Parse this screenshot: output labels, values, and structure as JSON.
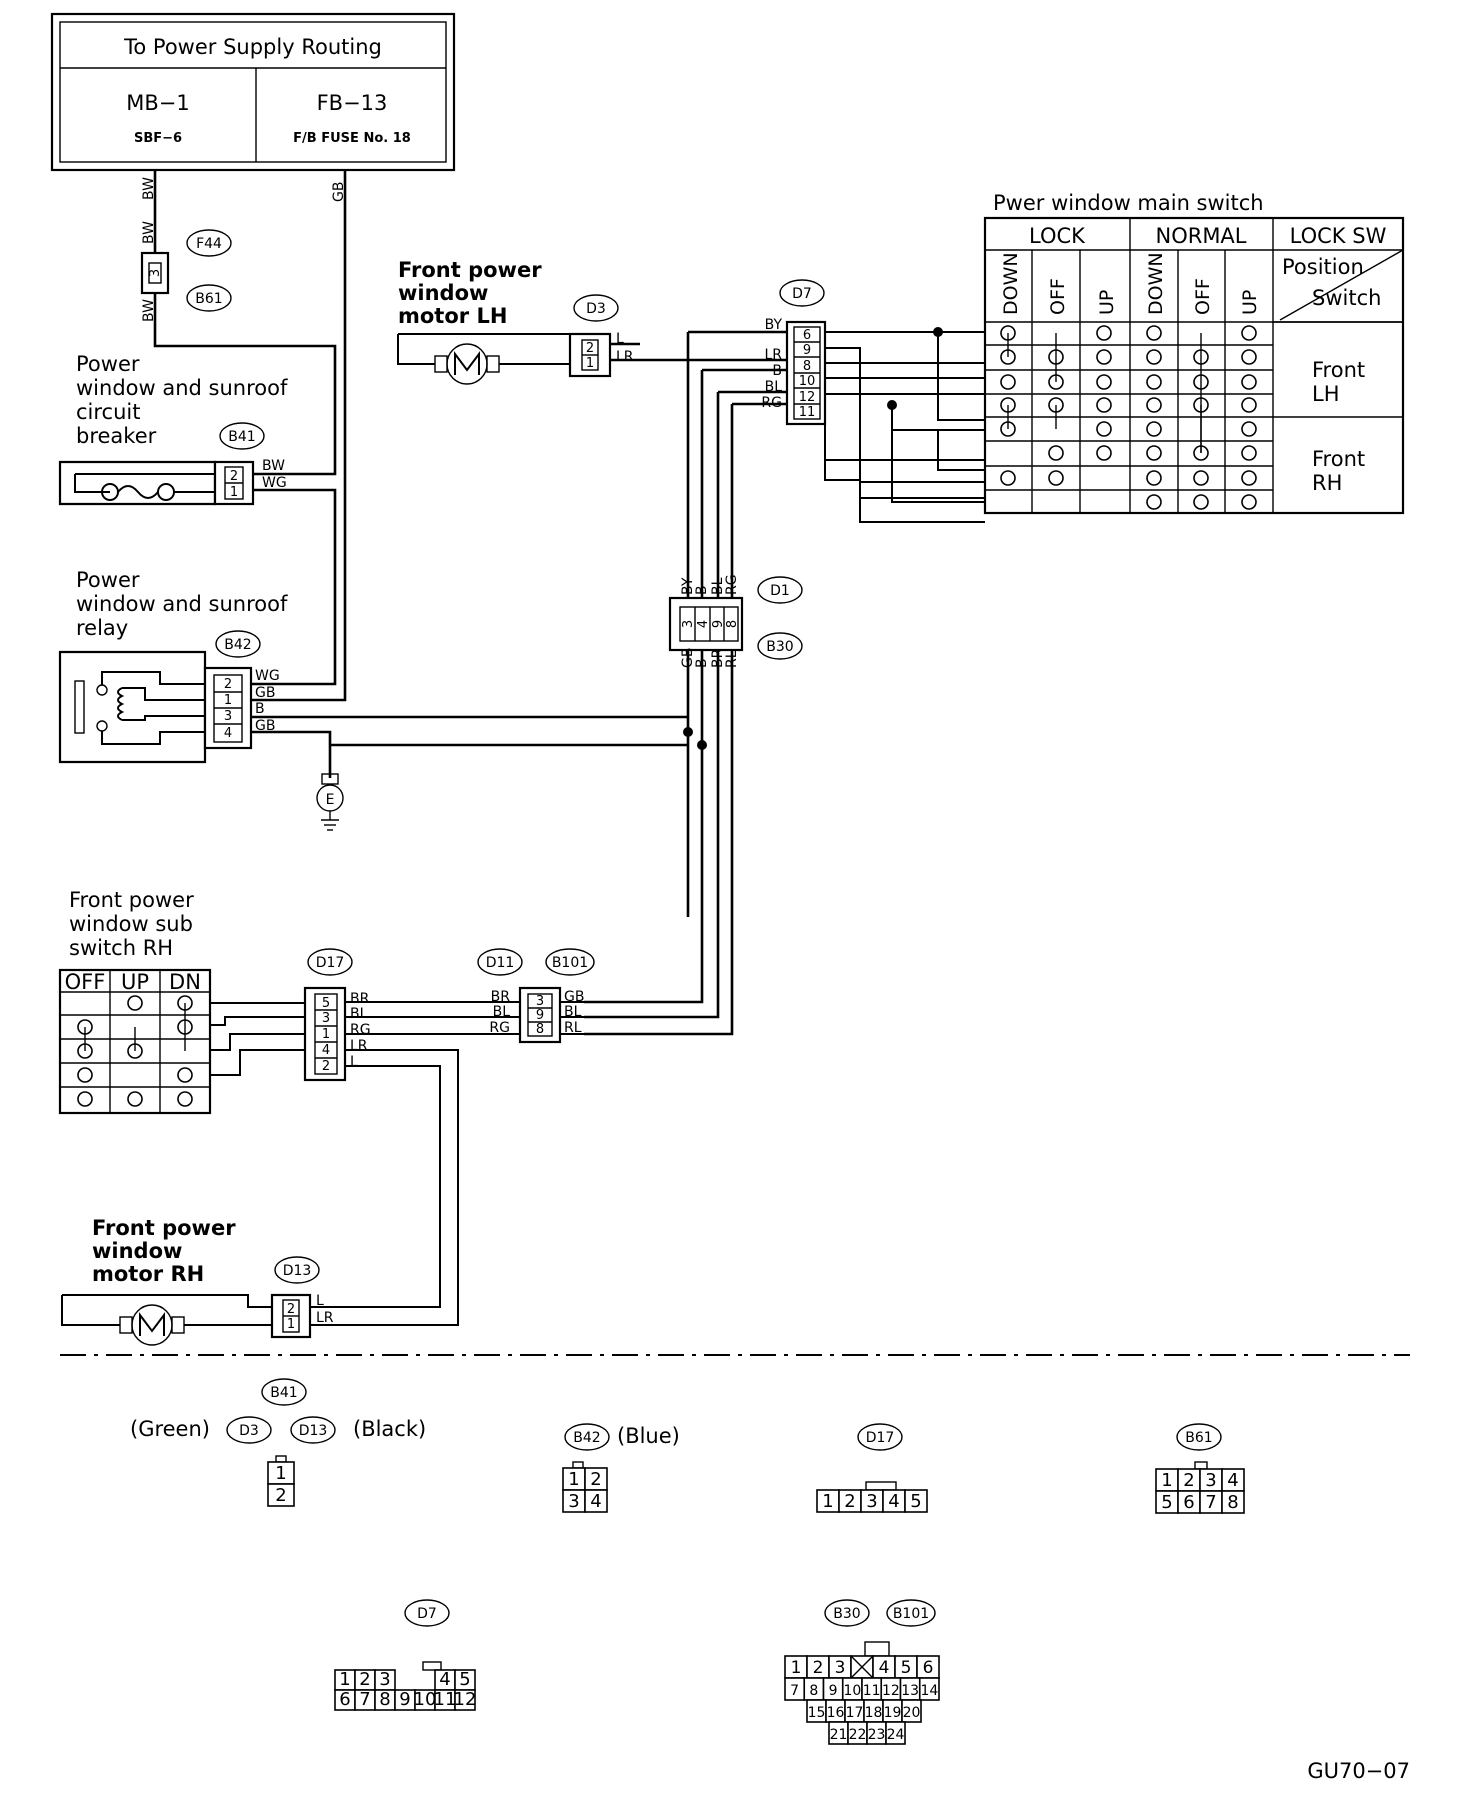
{
  "power_supply": {
    "title": "To Power Supply Routing",
    "left_name": "MB−1",
    "left_sub": "SBF−6",
    "right_name": "FB−13",
    "right_sub": "F/B FUSE No. 18"
  },
  "components": {
    "motor_lh": [
      "Front power",
      "window",
      "motor LH"
    ],
    "breaker": [
      "Power",
      "window and sunroof",
      "circuit",
      "breaker"
    ],
    "relay": [
      "Power",
      "window and sunroof",
      "relay"
    ],
    "sub_switch": [
      "Front power",
      "window sub",
      "switch RH"
    ],
    "motor_rh": [
      "Front power",
      "window",
      "motor RH"
    ],
    "main_switch_title": "Pwer window main switch",
    "ground": "E"
  },
  "connector_ids": {
    "f44": "F44",
    "b61": "B61",
    "b41": "B41",
    "b42": "B42",
    "d3": "D3",
    "d7": "D7",
    "d1": "D1",
    "b30": "B30",
    "d17": "D17",
    "d11": "D11",
    "b101": "B101",
    "d13": "D13"
  },
  "wire_colors": {
    "bw": "BW",
    "gb": "GB",
    "wg": "WG",
    "b": "B",
    "by": "BY",
    "lr": "LR",
    "l": "L",
    "bl": "BL",
    "rg": "RG",
    "br": "BR",
    "rl": "RL"
  },
  "pins": {
    "b61": "3",
    "d3": [
      "2",
      "1"
    ],
    "d7": [
      "6",
      "9",
      "8",
      "10",
      "12",
      "11"
    ],
    "b41": [
      "2",
      "1"
    ],
    "b42": [
      "2",
      "1",
      "3",
      "4"
    ],
    "d1_top": [
      "3",
      "4",
      "9",
      "8"
    ],
    "d17": [
      "5",
      "3",
      "1",
      "4",
      "2"
    ],
    "b101": [
      "3",
      "9",
      "8"
    ],
    "d13": [
      "2",
      "1"
    ]
  },
  "main_switch": {
    "groups": [
      "LOCK",
      "NORMAL",
      "LOCK SW"
    ],
    "columns": [
      "DOWN",
      "OFF",
      "UP",
      "DOWN",
      "OFF",
      "UP"
    ],
    "position_label": "Position",
    "switch_label": "Switch",
    "rows": [
      [
        "Front",
        "LH"
      ],
      [
        "Front",
        "RH"
      ]
    ]
  },
  "sub_switch_headers": [
    "OFF",
    "UP",
    "DN"
  ],
  "legend": {
    "b41": "B41",
    "green": "(Green)",
    "d3": "D3",
    "d13": "D13",
    "black": "(Black)",
    "b42": "B42",
    "blue": "(Blue)",
    "d17": "D17",
    "b61": "B61",
    "d7": "D7",
    "b30": "B30",
    "b101": "B101",
    "c_b41_pins": [
      "1",
      "2"
    ],
    "c_b42_pins": [
      "1",
      "2",
      "3",
      "4"
    ],
    "c_d17_pins": [
      "1",
      "2",
      "3",
      "4",
      "5"
    ],
    "c_b61_pins": [
      "1",
      "2",
      "3",
      "4",
      "5",
      "6",
      "7",
      "8"
    ],
    "c_d7_top": [
      "1",
      "2",
      "3",
      "4",
      "5"
    ],
    "c_d7_bottom": [
      "6",
      "7",
      "8",
      "9",
      "10",
      "11",
      "12"
    ],
    "c_b30_r1": [
      "1",
      "2",
      "3",
      "4",
      "5",
      "6"
    ],
    "c_b30_r2": [
      "7",
      "8",
      "9",
      "10",
      "11",
      "12",
      "13",
      "14"
    ],
    "c_b30_r3": [
      "15",
      "16",
      "17",
      "18",
      "19",
      "20"
    ],
    "c_b30_r4": [
      "21",
      "22",
      "23",
      "24"
    ]
  },
  "figure_code": "GU70−07"
}
